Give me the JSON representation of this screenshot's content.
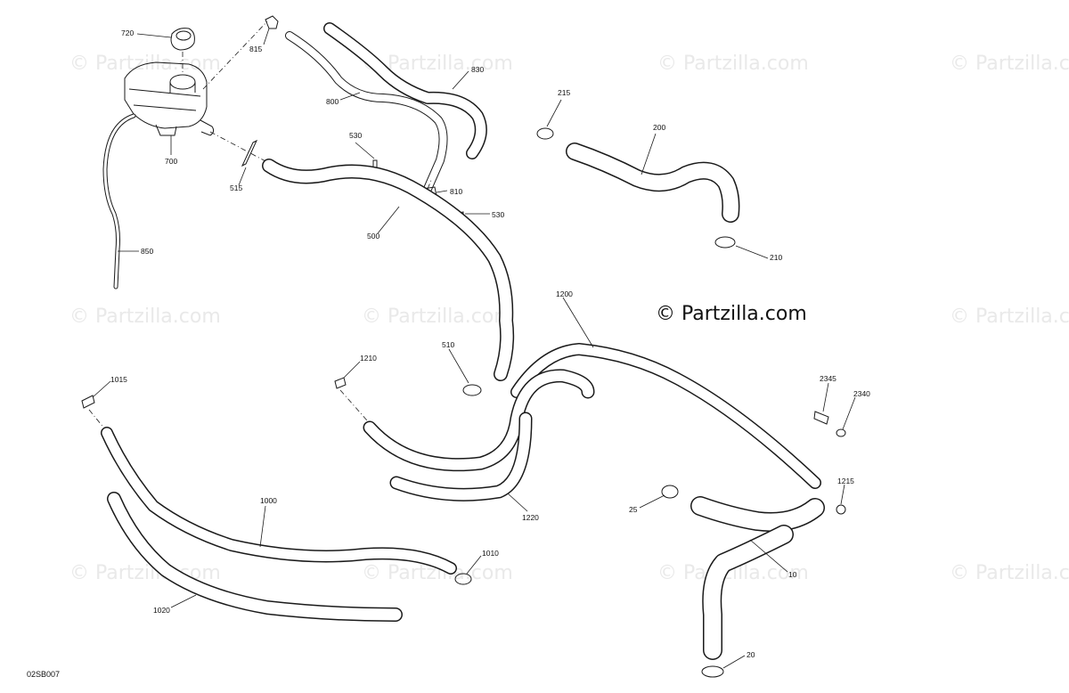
{
  "watermark": {
    "main_text": "© Partzilla.com",
    "faint_text": "© Partzilla.com"
  },
  "diagram_code": "02SB007",
  "parts": {
    "p720": "720",
    "p815": "815",
    "p830": "830",
    "p800": "800",
    "p215": "215",
    "p200": "200",
    "p700": "700",
    "p530a": "530",
    "p515": "515",
    "p810": "810",
    "p530b": "530",
    "p500": "500",
    "p210": "210",
    "p850": "850",
    "p1200": "1200",
    "p510": "510",
    "p1210": "1210",
    "p1015": "1015",
    "p2345": "2345",
    "p2340": "2340",
    "p1215": "1215",
    "p1220": "1220",
    "p25": "25",
    "p1000": "1000",
    "p1010": "1010",
    "p10": "10",
    "p1020": "1020",
    "p20": "20"
  },
  "colors": {
    "line": "#1a1a1a",
    "watermark": "#e9e9e9",
    "background": "#ffffff"
  }
}
